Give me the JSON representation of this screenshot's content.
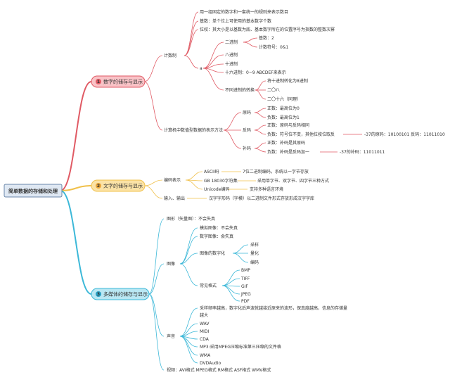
{
  "colors": {
    "red": "#e05a64",
    "yellow": "#f0c04a",
    "blue": "#3cb8d8",
    "root_bg": "#dfe8f3",
    "root_border": "#6a86a8"
  },
  "root": {
    "label": "简单数据的存储和处理"
  },
  "branches": [
    {
      "number": "1",
      "label": "数字的储存与显示"
    },
    {
      "number": "2",
      "label": "文字的储存与显示"
    },
    {
      "number": "3",
      "label": "多媒体的储存与显示"
    }
  ],
  "nodes": {
    "jsz": "计数制",
    "jsz_1": "用一组固定的数字和一套统一的规则来表示数目",
    "jsz_2": "基数：单个位上可使用的基本数字个数",
    "jsz_3": "位权：其大小是以基数为底、基本数字所在的位置序号为指数的整数次幂",
    "jsz_a": "a",
    "bin": "二进制",
    "bin_1": "基数：2",
    "bin_2": "计数符号：0&1",
    "oct": "八进制",
    "dec": "十进制",
    "hex": "十六进制：0~9 ABCDEF来表示",
    "conv": "不同进制的转换",
    "conv_1": "将十进制转化为8进制",
    "conv_2": "二〇八",
    "conv_3": "二〇十六（同理）",
    "sj": "计算机中数值型数据的表示方法",
    "ym": "原码",
    "ym_1": "正数：最高位为0",
    "ym_2": "负数：最高位为1",
    "fm": "反码",
    "fm_1": "正数：原码与反码相同",
    "fm_2": "负数：符号位不变，其他位按位取反",
    "fm_2b": "-37的原码：10100101 反码：11011010",
    "bm": "补码",
    "bm_1": "正数：补码是其原码",
    "bm_2": "负数：补码是反码加一",
    "bm_2b": "-37的补码：11011011",
    "bmbs": "编码表示",
    "ascii": "ASCII码",
    "ascii_d": "7位二进制编码，系统以一字节存放",
    "gb": "GB 18030字符集",
    "gb_d": "采用单字节、双字节、四字节三种方式",
    "uni": "Unicode编码",
    "uni_d": "支持多种语言环境",
    "io": "输入、输出",
    "io_d": "汉字字形码（字模）以二进制文件形式存放形成汉字字库",
    "tx": "图形（矢量图）：不会失真",
    "image": "图像",
    "img_1": "模拟图像：不会失真",
    "img_2": "数字图像：会失真",
    "digi": "图像的数字化",
    "digi_1": "采样",
    "digi_2": "量化",
    "digi_3": "编码",
    "fmt": "常见格式",
    "fmt_1": "BMP",
    "fmt_2": "TIFF",
    "fmt_3": "GIF",
    "fmt_4": "JPEG",
    "fmt_5": "PDF",
    "sound": "声音",
    "snd_1a": "采样频率越高，数字化后声波就越接近原来的波形，保真度越高，信息的存储量",
    "snd_1b": "越大",
    "snd_2": "WAV",
    "snd_3": "MIDI",
    "snd_4": "CDA",
    "snd_5": "MP3:采用MPEG压缩标准第三压缩的文件格",
    "snd_6": "WMA",
    "snd_7": "DVDAudio",
    "video": "视频：AVI格式 MPEG格式 RM格式 ASF格式 WMV格式"
  }
}
